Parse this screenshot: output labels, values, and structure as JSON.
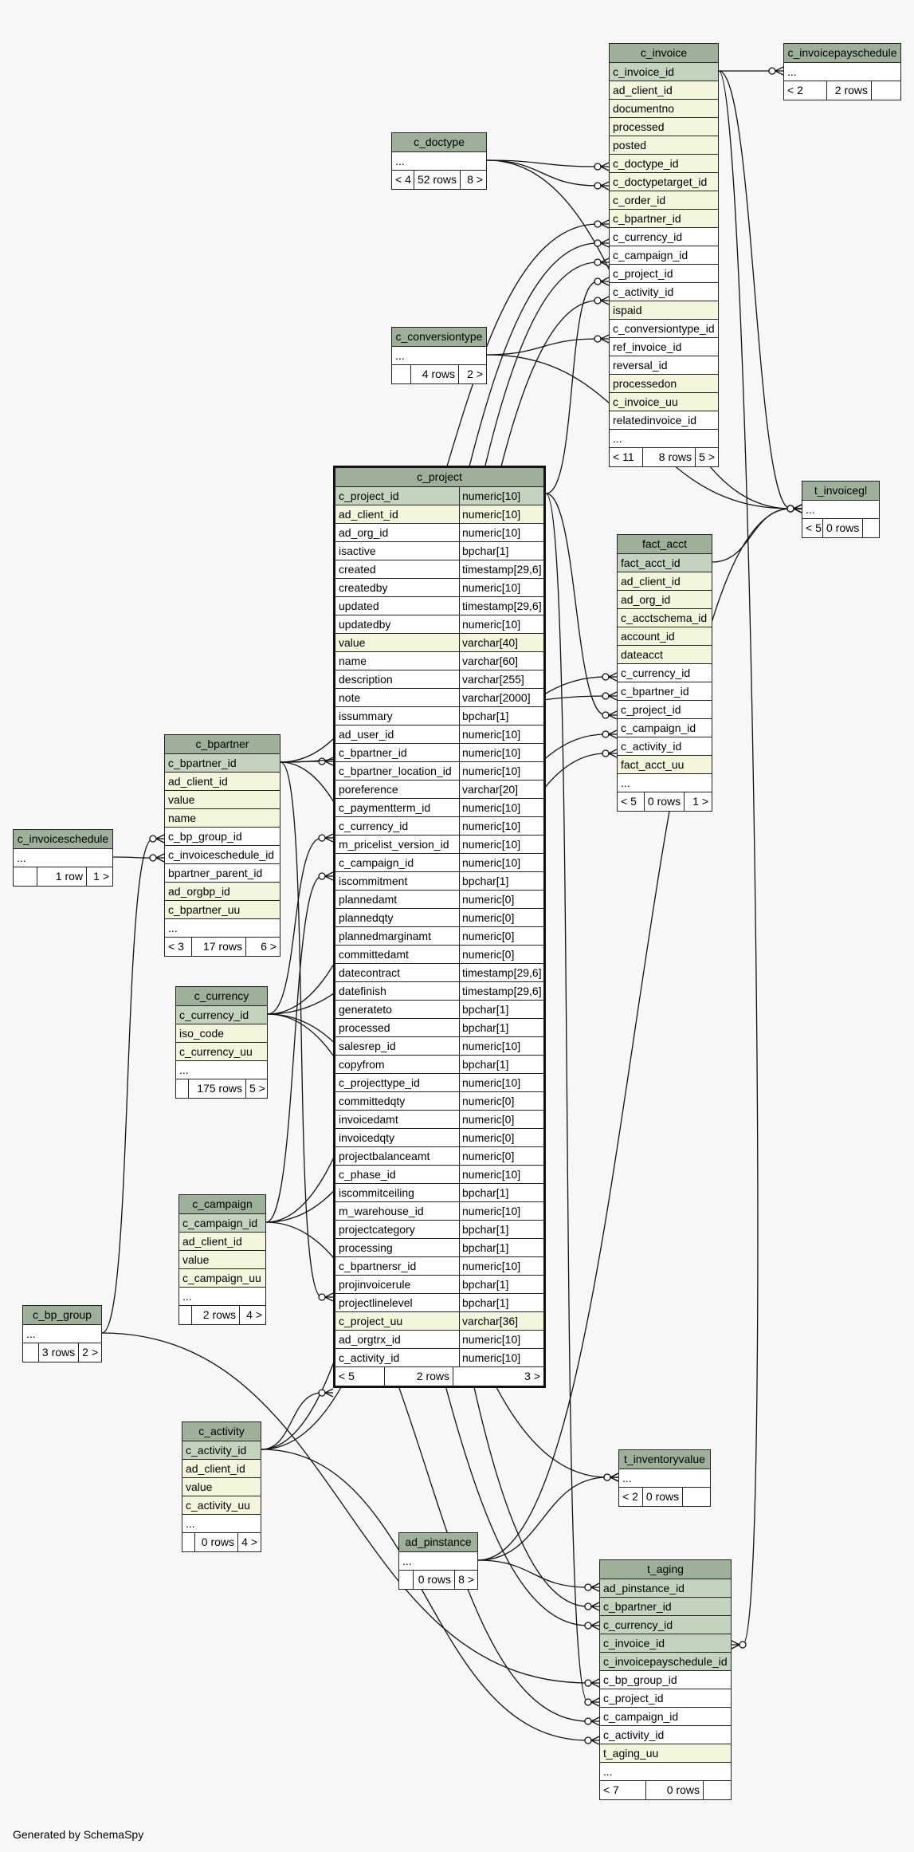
{
  "generated_by": "Generated by SchemaSpy",
  "tables": [
    {
      "id": "c_invoicepayschedule",
      "name": "c_invoicepayschedule",
      "columns": [
        {
          "name": "...",
          "kind": "plain"
        }
      ],
      "footer": {
        "parents": "< 2",
        "rows": "2 rows",
        "children": ""
      }
    },
    {
      "id": "c_invoice",
      "name": "c_invoice",
      "columns": [
        {
          "name": "c_invoice_id",
          "kind": "pk"
        },
        {
          "name": "ad_client_id",
          "kind": "idx"
        },
        {
          "name": "documentno",
          "kind": "idx"
        },
        {
          "name": "processed",
          "kind": "idx"
        },
        {
          "name": "posted",
          "kind": "idx"
        },
        {
          "name": "c_doctype_id",
          "kind": "idx"
        },
        {
          "name": "c_doctypetarget_id",
          "kind": "idx"
        },
        {
          "name": "c_order_id",
          "kind": "idx"
        },
        {
          "name": "c_bpartner_id",
          "kind": "idx"
        },
        {
          "name": "c_currency_id",
          "kind": "plain"
        },
        {
          "name": "c_campaign_id",
          "kind": "plain"
        },
        {
          "name": "c_project_id",
          "kind": "plain"
        },
        {
          "name": "c_activity_id",
          "kind": "plain"
        },
        {
          "name": "ispaid",
          "kind": "idx"
        },
        {
          "name": "c_conversiontype_id",
          "kind": "plain"
        },
        {
          "name": "ref_invoice_id",
          "kind": "plain"
        },
        {
          "name": "reversal_id",
          "kind": "plain"
        },
        {
          "name": "processedon",
          "kind": "idx"
        },
        {
          "name": "c_invoice_uu",
          "kind": "idx"
        },
        {
          "name": "relatedinvoice_id",
          "kind": "plain"
        },
        {
          "name": "...",
          "kind": "plain"
        }
      ],
      "footer": {
        "parents": "< 11",
        "rows": "8 rows",
        "children": "5 >"
      }
    },
    {
      "id": "c_doctype",
      "name": "c_doctype",
      "columns": [
        {
          "name": "...",
          "kind": "plain"
        }
      ],
      "footer": {
        "parents": "< 4",
        "rows": "52 rows",
        "children": "8 >"
      }
    },
    {
      "id": "c_conversiontype",
      "name": "c_conversiontype",
      "columns": [
        {
          "name": "...",
          "kind": "plain"
        }
      ],
      "footer": {
        "parents": "",
        "rows": "4 rows",
        "children": "2 >"
      }
    },
    {
      "id": "t_invoicegl",
      "name": "t_invoicegl",
      "columns": [
        {
          "name": "...",
          "kind": "plain"
        }
      ],
      "footer": {
        "parents": "< 5",
        "rows": "0 rows",
        "children": ""
      }
    },
    {
      "id": "fact_acct",
      "name": "fact_acct",
      "columns": [
        {
          "name": "fact_acct_id",
          "kind": "pk"
        },
        {
          "name": "ad_client_id",
          "kind": "idx"
        },
        {
          "name": "ad_org_id",
          "kind": "idx"
        },
        {
          "name": "c_acctschema_id",
          "kind": "idx"
        },
        {
          "name": "account_id",
          "kind": "idx"
        },
        {
          "name": "dateacct",
          "kind": "idx"
        },
        {
          "name": "c_currency_id",
          "kind": "plain"
        },
        {
          "name": "c_bpartner_id",
          "kind": "plain"
        },
        {
          "name": "c_project_id",
          "kind": "plain"
        },
        {
          "name": "c_campaign_id",
          "kind": "plain"
        },
        {
          "name": "c_activity_id",
          "kind": "plain"
        },
        {
          "name": "fact_acct_uu",
          "kind": "idx"
        },
        {
          "name": "...",
          "kind": "plain"
        }
      ],
      "footer": {
        "parents": "< 5",
        "rows": "0 rows",
        "children": "1 >"
      }
    },
    {
      "id": "c_project",
      "name": "c_project",
      "columns": [
        {
          "name": "c_project_id",
          "type": "numeric[10]",
          "kind": "pk"
        },
        {
          "name": "ad_client_id",
          "type": "numeric[10]",
          "kind": "idx"
        },
        {
          "name": "ad_org_id",
          "type": "numeric[10]",
          "kind": "plain"
        },
        {
          "name": "isactive",
          "type": "bpchar[1]",
          "kind": "plain"
        },
        {
          "name": "created",
          "type": "timestamp[29,6]",
          "kind": "plain"
        },
        {
          "name": "createdby",
          "type": "numeric[10]",
          "kind": "plain"
        },
        {
          "name": "updated",
          "type": "timestamp[29,6]",
          "kind": "plain"
        },
        {
          "name": "updatedby",
          "type": "numeric[10]",
          "kind": "plain"
        },
        {
          "name": "value",
          "type": "varchar[40]",
          "kind": "idx"
        },
        {
          "name": "name",
          "type": "varchar[60]",
          "kind": "plain"
        },
        {
          "name": "description",
          "type": "varchar[255]",
          "kind": "plain"
        },
        {
          "name": "note",
          "type": "varchar[2000]",
          "kind": "plain"
        },
        {
          "name": "issummary",
          "type": "bpchar[1]",
          "kind": "plain"
        },
        {
          "name": "ad_user_id",
          "type": "numeric[10]",
          "kind": "plain"
        },
        {
          "name": "c_bpartner_id",
          "type": "numeric[10]",
          "kind": "plain"
        },
        {
          "name": "c_bpartner_location_id",
          "type": "numeric[10]",
          "kind": "plain"
        },
        {
          "name": "poreference",
          "type": "varchar[20]",
          "kind": "plain"
        },
        {
          "name": "c_paymentterm_id",
          "type": "numeric[10]",
          "kind": "plain"
        },
        {
          "name": "c_currency_id",
          "type": "numeric[10]",
          "kind": "plain"
        },
        {
          "name": "m_pricelist_version_id",
          "type": "numeric[10]",
          "kind": "plain"
        },
        {
          "name": "c_campaign_id",
          "type": "numeric[10]",
          "kind": "plain"
        },
        {
          "name": "iscommitment",
          "type": "bpchar[1]",
          "kind": "plain"
        },
        {
          "name": "plannedamt",
          "type": "numeric[0]",
          "kind": "plain"
        },
        {
          "name": "plannedqty",
          "type": "numeric[0]",
          "kind": "plain"
        },
        {
          "name": "plannedmarginamt",
          "type": "numeric[0]",
          "kind": "plain"
        },
        {
          "name": "committedamt",
          "type": "numeric[0]",
          "kind": "plain"
        },
        {
          "name": "datecontract",
          "type": "timestamp[29,6]",
          "kind": "plain"
        },
        {
          "name": "datefinish",
          "type": "timestamp[29,6]",
          "kind": "plain"
        },
        {
          "name": "generateto",
          "type": "bpchar[1]",
          "kind": "plain"
        },
        {
          "name": "processed",
          "type": "bpchar[1]",
          "kind": "plain"
        },
        {
          "name": "salesrep_id",
          "type": "numeric[10]",
          "kind": "plain"
        },
        {
          "name": "copyfrom",
          "type": "bpchar[1]",
          "kind": "plain"
        },
        {
          "name": "c_projecttype_id",
          "type": "numeric[10]",
          "kind": "plain"
        },
        {
          "name": "committedqty",
          "type": "numeric[0]",
          "kind": "plain"
        },
        {
          "name": "invoicedamt",
          "type": "numeric[0]",
          "kind": "plain"
        },
        {
          "name": "invoicedqty",
          "type": "numeric[0]",
          "kind": "plain"
        },
        {
          "name": "projectbalanceamt",
          "type": "numeric[0]",
          "kind": "plain"
        },
        {
          "name": "c_phase_id",
          "type": "numeric[10]",
          "kind": "plain"
        },
        {
          "name": "iscommitceiling",
          "type": "bpchar[1]",
          "kind": "plain"
        },
        {
          "name": "m_warehouse_id",
          "type": "numeric[10]",
          "kind": "plain"
        },
        {
          "name": "projectcategory",
          "type": "bpchar[1]",
          "kind": "plain"
        },
        {
          "name": "processing",
          "type": "bpchar[1]",
          "kind": "plain"
        },
        {
          "name": "c_bpartnersr_id",
          "type": "numeric[10]",
          "kind": "plain"
        },
        {
          "name": "projinvoicerule",
          "type": "bpchar[1]",
          "kind": "plain"
        },
        {
          "name": "projectlinelevel",
          "type": "bpchar[1]",
          "kind": "plain"
        },
        {
          "name": "c_project_uu",
          "type": "varchar[36]",
          "kind": "idx"
        },
        {
          "name": "ad_orgtrx_id",
          "type": "numeric[10]",
          "kind": "plain"
        },
        {
          "name": "c_activity_id",
          "type": "numeric[10]",
          "kind": "plain"
        }
      ],
      "footer": {
        "parents": "< 5",
        "rows": "2 rows",
        "children": "3 >"
      }
    },
    {
      "id": "c_bpartner",
      "name": "c_bpartner",
      "columns": [
        {
          "name": "c_bpartner_id",
          "kind": "pk"
        },
        {
          "name": "ad_client_id",
          "kind": "idx"
        },
        {
          "name": "value",
          "kind": "idx"
        },
        {
          "name": "name",
          "kind": "idx"
        },
        {
          "name": "c_bp_group_id",
          "kind": "plain"
        },
        {
          "name": "c_invoiceschedule_id",
          "kind": "plain"
        },
        {
          "name": "bpartner_parent_id",
          "kind": "plain"
        },
        {
          "name": "ad_orgbp_id",
          "kind": "idx"
        },
        {
          "name": "c_bpartner_uu",
          "kind": "idx"
        },
        {
          "name": "...",
          "kind": "plain"
        }
      ],
      "footer": {
        "parents": "< 3",
        "rows": "17 rows",
        "children": "6 >"
      }
    },
    {
      "id": "c_invoiceschedule",
      "name": "c_invoiceschedule",
      "columns": [
        {
          "name": "...",
          "kind": "plain"
        }
      ],
      "footer": {
        "parents": "",
        "rows": "1 row",
        "children": "1 >"
      }
    },
    {
      "id": "c_currency",
      "name": "c_currency",
      "columns": [
        {
          "name": "c_currency_id",
          "kind": "pk"
        },
        {
          "name": "iso_code",
          "kind": "idx"
        },
        {
          "name": "c_currency_uu",
          "kind": "idx"
        },
        {
          "name": "...",
          "kind": "plain"
        }
      ],
      "footer": {
        "parents": "",
        "rows": "175 rows",
        "children": "5 >"
      }
    },
    {
      "id": "c_campaign",
      "name": "c_campaign",
      "columns": [
        {
          "name": "c_campaign_id",
          "kind": "pk"
        },
        {
          "name": "ad_client_id",
          "kind": "idx"
        },
        {
          "name": "value",
          "kind": "idx"
        },
        {
          "name": "c_campaign_uu",
          "kind": "idx"
        },
        {
          "name": "...",
          "kind": "plain"
        }
      ],
      "footer": {
        "parents": "",
        "rows": "2 rows",
        "children": "4 >"
      }
    },
    {
      "id": "c_bp_group",
      "name": "c_bp_group",
      "columns": [
        {
          "name": "...",
          "kind": "plain"
        }
      ],
      "footer": {
        "parents": "",
        "rows": "3 rows",
        "children": "2 >"
      }
    },
    {
      "id": "c_activity",
      "name": "c_activity",
      "columns": [
        {
          "name": "c_activity_id",
          "kind": "pk"
        },
        {
          "name": "ad_client_id",
          "kind": "idx"
        },
        {
          "name": "value",
          "kind": "idx"
        },
        {
          "name": "c_activity_uu",
          "kind": "idx"
        },
        {
          "name": "...",
          "kind": "plain"
        }
      ],
      "footer": {
        "parents": "",
        "rows": "0 rows",
        "children": "4 >"
      }
    },
    {
      "id": "t_inventoryvalue",
      "name": "t_inventoryvalue",
      "columns": [
        {
          "name": "...",
          "kind": "plain"
        }
      ],
      "footer": {
        "parents": "< 2",
        "rows": "0 rows",
        "children": ""
      }
    },
    {
      "id": "ad_pinstance",
      "name": "ad_pinstance",
      "columns": [
        {
          "name": "...",
          "kind": "plain"
        }
      ],
      "footer": {
        "parents": "",
        "rows": "0 rows",
        "children": "8 >"
      }
    },
    {
      "id": "t_aging",
      "name": "t_aging",
      "columns": [
        {
          "name": "ad_pinstance_id",
          "kind": "pk"
        },
        {
          "name": "c_bpartner_id",
          "kind": "pk"
        },
        {
          "name": "c_currency_id",
          "kind": "pk"
        },
        {
          "name": "c_invoice_id",
          "kind": "pk"
        },
        {
          "name": "c_invoicepayschedule_id",
          "kind": "pk"
        },
        {
          "name": "c_bp_group_id",
          "kind": "plain"
        },
        {
          "name": "c_project_id",
          "kind": "plain"
        },
        {
          "name": "c_campaign_id",
          "kind": "plain"
        },
        {
          "name": "c_activity_id",
          "kind": "plain"
        },
        {
          "name": "t_aging_uu",
          "kind": "idx"
        },
        {
          "name": "...",
          "kind": "plain"
        }
      ],
      "footer": {
        "parents": "< 7",
        "rows": "0 rows",
        "children": ""
      }
    }
  ],
  "relationships": [
    {
      "from": "c_invoice",
      "from_col": 0,
      "to": "c_invoicepayschedule",
      "to_col": 0
    },
    {
      "from": "c_invoice",
      "from_col": 0,
      "to": "t_invoicegl",
      "to_col": 0
    },
    {
      "from": "c_invoice",
      "from_col": 0,
      "to": "t_aging",
      "to_col": 3
    },
    {
      "from": "c_doctype",
      "from_col": 0,
      "to": "c_invoice",
      "to_col": 5
    },
    {
      "from": "c_doctype",
      "from_col": 0,
      "to": "c_invoice",
      "to_col": 6
    },
    {
      "from": "c_doctype",
      "from_col": 0,
      "to": "t_invoicegl",
      "to_col": 0
    },
    {
      "from": "c_conversiontype",
      "from_col": 0,
      "to": "c_invoice",
      "to_col": 14
    },
    {
      "from": "c_conversiontype",
      "from_col": 0,
      "to": "t_invoicegl",
      "to_col": 0
    },
    {
      "from": "c_project",
      "from_col": 0,
      "to": "c_invoice",
      "to_col": 11
    },
    {
      "from": "c_project",
      "from_col": 0,
      "to": "fact_acct",
      "to_col": 8
    },
    {
      "from": "c_project",
      "from_col": 0,
      "to": "t_aging",
      "to_col": 6
    },
    {
      "from": "fact_acct",
      "from_col": 0,
      "to": "t_invoicegl",
      "to_col": 0
    },
    {
      "from": "c_bpartner",
      "from_col": 0,
      "to": "c_invoice",
      "to_col": 8
    },
    {
      "from": "c_bpartner",
      "from_col": 0,
      "to": "c_project",
      "to_col": 14
    },
    {
      "from": "c_bpartner",
      "from_col": 0,
      "to": "c_project",
      "to_col": 42
    },
    {
      "from": "c_bpartner",
      "from_col": 0,
      "to": "fact_acct",
      "to_col": 7
    },
    {
      "from": "c_bpartner",
      "from_col": 0,
      "to": "t_aging",
      "to_col": 1
    },
    {
      "from": "c_invoiceschedule",
      "from_col": 0,
      "to": "c_bpartner",
      "to_col": 5
    },
    {
      "from": "c_bp_group",
      "from_col": 0,
      "to": "c_bpartner",
      "to_col": 4
    },
    {
      "from": "c_bp_group",
      "from_col": 0,
      "to": "t_aging",
      "to_col": 5
    },
    {
      "from": "c_currency",
      "from_col": 0,
      "to": "c_invoice",
      "to_col": 9
    },
    {
      "from": "c_currency",
      "from_col": 0,
      "to": "c_project",
      "to_col": 18
    },
    {
      "from": "c_currency",
      "from_col": 0,
      "to": "fact_acct",
      "to_col": 6
    },
    {
      "from": "c_currency",
      "from_col": 0,
      "to": "t_aging",
      "to_col": 2
    },
    {
      "from": "c_currency",
      "from_col": 0,
      "to": "t_inventoryvalue",
      "to_col": 0
    },
    {
      "from": "c_campaign",
      "from_col": 0,
      "to": "c_invoice",
      "to_col": 10
    },
    {
      "from": "c_campaign",
      "from_col": 0,
      "to": "c_project",
      "to_col": 20
    },
    {
      "from": "c_campaign",
      "from_col": 0,
      "to": "fact_acct",
      "to_col": 9
    },
    {
      "from": "c_campaign",
      "from_col": 0,
      "to": "t_aging",
      "to_col": 7
    },
    {
      "from": "c_activity",
      "from_col": 0,
      "to": "c_invoice",
      "to_col": 12
    },
    {
      "from": "c_activity",
      "from_col": 0,
      "to": "c_project",
      "to_col": 47
    },
    {
      "from": "c_activity",
      "from_col": 0,
      "to": "fact_acct",
      "to_col": 10
    },
    {
      "from": "c_activity",
      "from_col": 0,
      "to": "t_aging",
      "to_col": 8
    },
    {
      "from": "ad_pinstance",
      "from_col": 0,
      "to": "t_invoicegl",
      "to_col": 0
    },
    {
      "from": "ad_pinstance",
      "from_col": 0,
      "to": "t_inventoryvalue",
      "to_col": 0
    },
    {
      "from": "ad_pinstance",
      "from_col": 0,
      "to": "t_aging",
      "to_col": 0
    }
  ],
  "colors": {
    "header": "#9fb09a",
    "primary_key": "#c3d3bd",
    "indexed": "#f3f5dc",
    "plain": "#ffffff",
    "line": "#111111",
    "background": "#f7f7f7"
  }
}
